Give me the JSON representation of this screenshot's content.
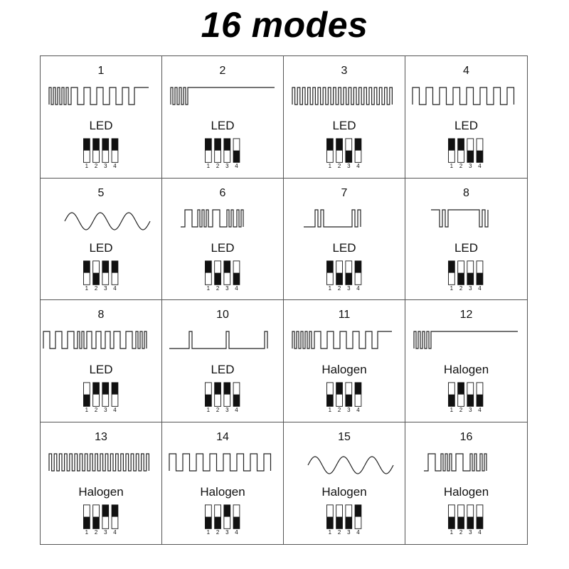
{
  "title": "16 modes",
  "modes": [
    {
      "number": "1",
      "type": "LED",
      "wave": "burst-then-square",
      "switches": [
        1,
        1,
        1,
        1
      ]
    },
    {
      "number": "2",
      "type": "LED",
      "wave": "burst-then-steady",
      "switches": [
        1,
        1,
        1,
        0
      ]
    },
    {
      "number": "3",
      "type": "LED",
      "wave": "fast-pulse",
      "switches": [
        1,
        1,
        0,
        1
      ]
    },
    {
      "number": "4",
      "type": "LED",
      "wave": "square",
      "switches": [
        1,
        1,
        0,
        0
      ]
    },
    {
      "number": "5",
      "type": "LED",
      "wave": "sine",
      "switches": [
        1,
        0,
        1,
        1
      ]
    },
    {
      "number": "6",
      "type": "LED",
      "wave": "group-flash",
      "switches": [
        1,
        0,
        1,
        0
      ]
    },
    {
      "number": "7",
      "type": "LED",
      "wave": "double-pulse-gap",
      "switches": [
        1,
        0,
        0,
        1
      ]
    },
    {
      "number": "8",
      "type": "LED",
      "wave": "double-dip",
      "switches": [
        1,
        0,
        0,
        0
      ]
    },
    {
      "number": "8",
      "type": "LED",
      "wave": "mixed",
      "switches": [
        0,
        1,
        1,
        1
      ]
    },
    {
      "number": "10",
      "type": "LED",
      "wave": "sparse-pulse",
      "switches": [
        0,
        1,
        1,
        0
      ]
    },
    {
      "number": "11",
      "type": "Halogen",
      "wave": "burst-then-square",
      "switches": [
        0,
        1,
        0,
        1
      ]
    },
    {
      "number": "12",
      "type": "Halogen",
      "wave": "burst-then-steady",
      "switches": [
        0,
        1,
        0,
        0
      ]
    },
    {
      "number": "13",
      "type": "Halogen",
      "wave": "fast-pulse",
      "switches": [
        0,
        0,
        1,
        1
      ]
    },
    {
      "number": "14",
      "type": "Halogen",
      "wave": "square",
      "switches": [
        0,
        0,
        1,
        0
      ]
    },
    {
      "number": "15",
      "type": "Halogen",
      "wave": "sine",
      "switches": [
        0,
        0,
        0,
        1
      ]
    },
    {
      "number": "16",
      "type": "Halogen",
      "wave": "group-flash",
      "switches": [
        0,
        0,
        0,
        0
      ]
    }
  ],
  "switch_numbers": [
    "1",
    "2",
    "3",
    "4"
  ]
}
